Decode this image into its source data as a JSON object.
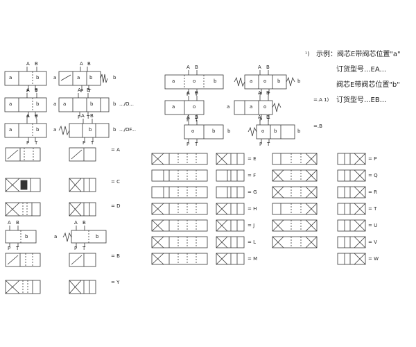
{
  "colors": {
    "line": "#333333",
    "text": "#222222",
    "background": "#ffffff"
  },
  "ports": {
    "a": "A",
    "b": "B",
    "p": "P",
    "t": "T"
  },
  "coil": {
    "a": "a",
    "b": "b",
    "o": "o"
  },
  "top_variants": {
    "o": ".../O...",
    "of": ".../OF..."
  },
  "notes": {
    "marker": "¹)",
    "example": "示例：阀芯E带阀芯位置\"a\"",
    "order_a": "订货型号...EA...",
    "position_b": "阀芯E带阀芯位置\"b\"",
    "order_b": "订货型号...EB...",
    "ref_a": "=.A 1)",
    "ref_b": "=.B"
  },
  "spools_left": [
    {
      "label": "= A"
    },
    {
      "label": "= C"
    },
    {
      "label": "= D"
    },
    {
      "label": "= B"
    },
    {
      "label": "= Y"
    }
  ],
  "spools_grid": [
    {
      "label": "= E"
    },
    {
      "label": "= F"
    },
    {
      "label": "= G"
    },
    {
      "label": "= H"
    },
    {
      "label": "= J"
    },
    {
      "label": "= L"
    },
    {
      "label": "= M"
    },
    {
      "label": "= P"
    },
    {
      "label": "= Q"
    },
    {
      "label": "= R"
    },
    {
      "label": "= T"
    },
    {
      "label": "= U"
    },
    {
      "label": "= V"
    },
    {
      "label": "= W"
    }
  ]
}
